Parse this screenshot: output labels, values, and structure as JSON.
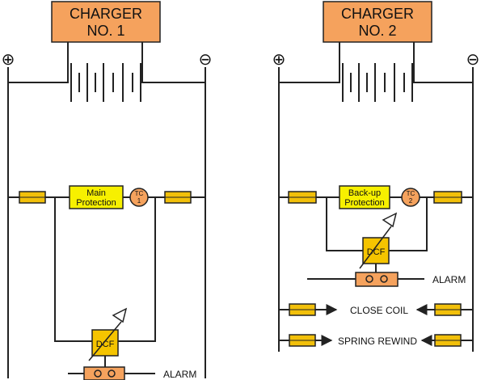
{
  "colors": {
    "charger_fill": "#f5a25d",
    "fuse_fill": "#f2c00a",
    "relay_fill": "#f7f000",
    "dcf_fill": "#f5c400",
    "trip_coil_fill": "#f5a25d",
    "alarm_fill": "#f5a25d",
    "wire": "#222222"
  },
  "symbols": {
    "positive": "⊕",
    "negative": "⊖"
  },
  "left_panel": {
    "charger": {
      "line1": "CHARGER",
      "line2": "NO. 1"
    },
    "relay": {
      "line1": "Main",
      "line2": "Protection"
    },
    "trip_coil": {
      "line1": "TC",
      "line2": "1"
    },
    "dcf": "DCF",
    "alarm": "ALARM"
  },
  "right_panel": {
    "charger": {
      "line1": "CHARGER",
      "line2": "NO. 2"
    },
    "relay": {
      "line1": "Back-up",
      "line2": "Protection"
    },
    "trip_coil": {
      "line1": "TC",
      "line2": "2"
    },
    "dcf": "DCF",
    "alarm": "ALARM",
    "close_coil": "CLOSE COIL",
    "spring_rewind": "SPRING REWIND"
  }
}
